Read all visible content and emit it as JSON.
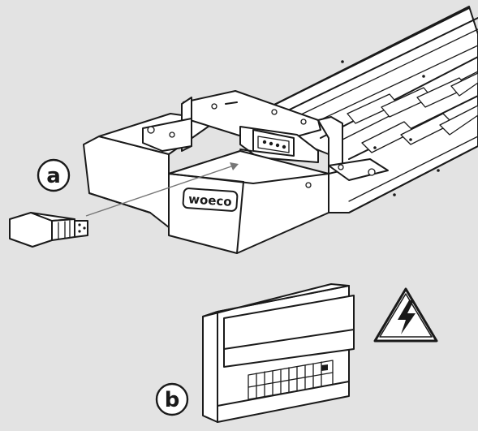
{
  "callouts": {
    "a": "a",
    "b": "b"
  },
  "heater": {
    "logo_text": "woeco"
  },
  "icons": {
    "warning": "high-voltage-warning-icon",
    "plug": "connector-plug-icon",
    "breaker": "consumer-unit-icon"
  },
  "colors": {
    "background": "#e3e3e3",
    "line": "#1a1a1a",
    "fill": "#ffffff"
  }
}
